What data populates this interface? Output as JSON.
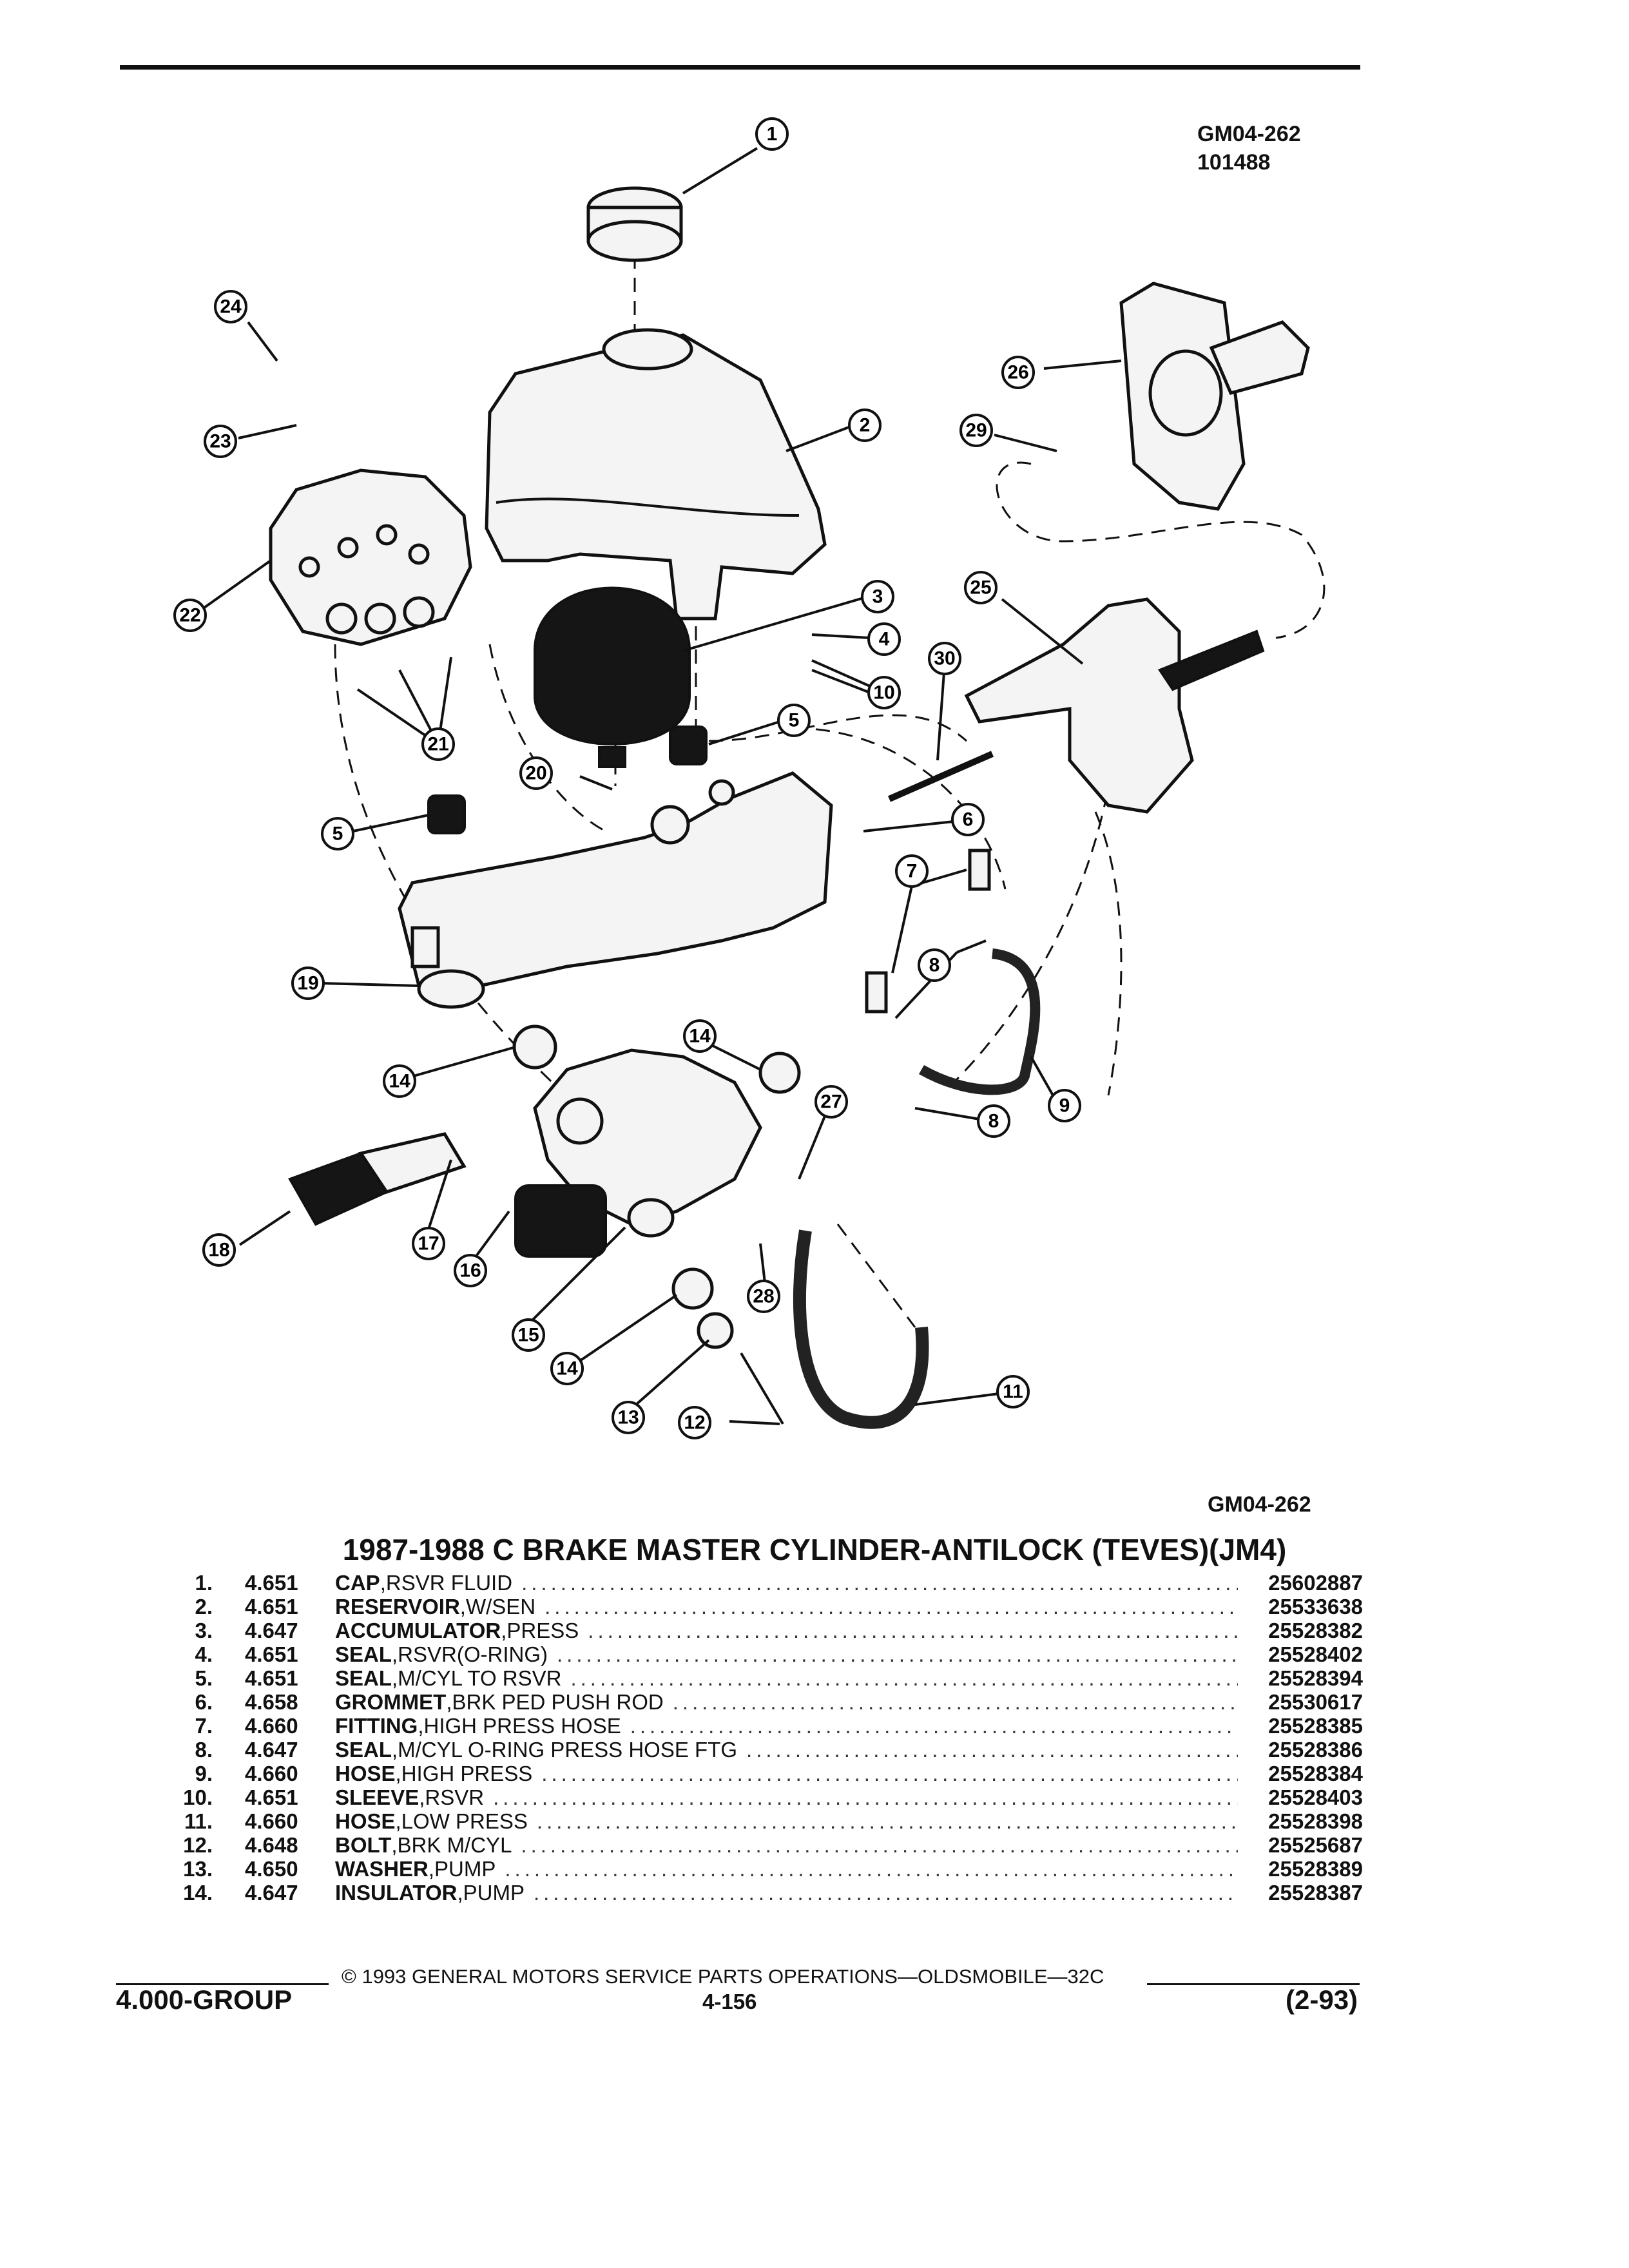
{
  "header": {
    "code": "GM04-262",
    "code2": "101488"
  },
  "diagram": {
    "caption_code": "GM04-262",
    "callouts": [
      "1",
      "2",
      "3",
      "4",
      "5",
      "5",
      "6",
      "7",
      "8",
      "8",
      "9",
      "10",
      "11",
      "12",
      "13",
      "14",
      "14",
      "14",
      "15",
      "16",
      "17",
      "18",
      "19",
      "20",
      "21",
      "22",
      "23",
      "24",
      "25",
      "26",
      "27",
      "28",
      "29",
      "30"
    ]
  },
  "title": "1987-1988 C BRAKE MASTER CYLINDER-ANTILOCK (TEVES)(JM4)",
  "parts": [
    {
      "num": "1.",
      "grp": "4.651",
      "name": "CAP",
      "qual": ",RSVR FLUID",
      "pn": "25602887"
    },
    {
      "num": "2.",
      "grp": "4.651",
      "name": "RESERVOIR",
      "qual": ",W/SEN",
      "pn": "25533638"
    },
    {
      "num": "3.",
      "grp": "4.647",
      "name": "ACCUMULATOR",
      "qual": ",PRESS",
      "pn": "25528382"
    },
    {
      "num": "4.",
      "grp": "4.651",
      "name": "SEAL",
      "qual": ",RSVR(O-RING)",
      "pn": "25528402"
    },
    {
      "num": "5.",
      "grp": "4.651",
      "name": "SEAL",
      "qual": ",M/CYL TO RSVR",
      "pn": "25528394"
    },
    {
      "num": "6.",
      "grp": "4.658",
      "name": "GROMMET",
      "qual": ",BRK PED PUSH ROD",
      "pn": "25530617"
    },
    {
      "num": "7.",
      "grp": "4.660",
      "name": "FITTING",
      "qual": ",HIGH PRESS HOSE",
      "pn": "25528385"
    },
    {
      "num": "8.",
      "grp": "4.647",
      "name": "SEAL",
      "qual": ",M/CYL O-RING PRESS HOSE FTG",
      "pn": "25528386"
    },
    {
      "num": "9.",
      "grp": "4.660",
      "name": "HOSE",
      "qual": ",HIGH PRESS",
      "pn": "25528384"
    },
    {
      "num": "10.",
      "grp": "4.651",
      "name": "SLEEVE",
      "qual": ",RSVR",
      "pn": "25528403"
    },
    {
      "num": "11.",
      "grp": "4.660",
      "name": "HOSE",
      "qual": ",LOW PRESS",
      "pn": "25528398"
    },
    {
      "num": "12.",
      "grp": "4.648",
      "name": "BOLT",
      "qual": ",BRK M/CYL",
      "pn": "25525687"
    },
    {
      "num": "13.",
      "grp": "4.650",
      "name": "WASHER",
      "qual": ",PUMP",
      "pn": "25528389"
    },
    {
      "num": "14.",
      "grp": "4.647",
      "name": "INSULATOR",
      "qual": ",PUMP",
      "pn": "25528387"
    }
  ],
  "footer": {
    "copyright": "© 1993 GENERAL MOTORS SERVICE PARTS OPERATIONS—OLDSMOBILE—32C",
    "group": "4.000-GROUP",
    "page": "4-156",
    "date": "(2-93)"
  }
}
